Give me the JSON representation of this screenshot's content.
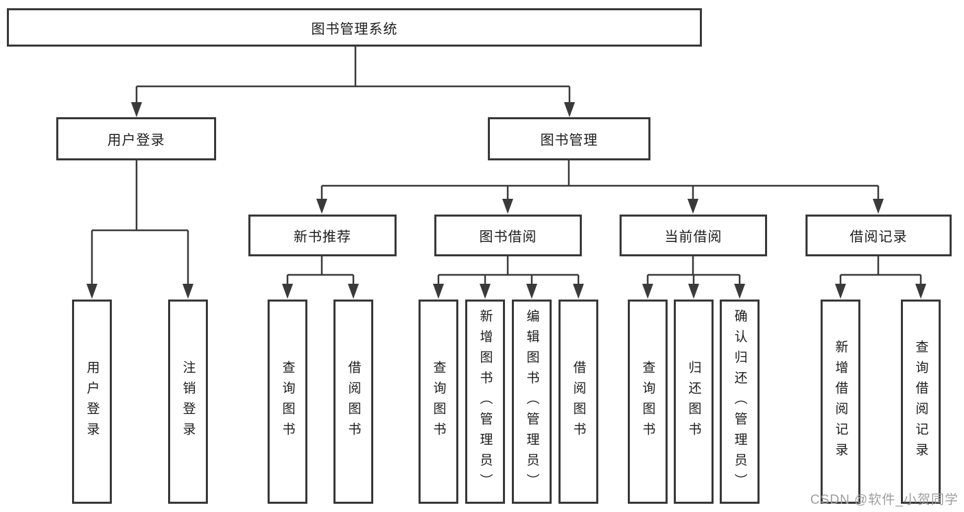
{
  "diagram": {
    "root": {
      "label": "图书管理系统"
    },
    "level2": {
      "user_login": {
        "label": "用户登录"
      },
      "book_mgmt": {
        "label": "图书管理"
      }
    },
    "level3": {
      "new_book_rec": {
        "label": "新书推荐"
      },
      "book_borrow": {
        "label": "图书借阅"
      },
      "current_borrow": {
        "label": "当前借阅"
      },
      "borrow_records": {
        "label": "借阅记录"
      }
    },
    "leaves": {
      "user_login_leaf": {
        "label": "用户登录"
      },
      "logout_leaf": {
        "label": "注销登录"
      },
      "rec_query_books": {
        "label": "查询图书"
      },
      "rec_borrow_books": {
        "label": "借阅图书"
      },
      "bb_query_books": {
        "label": "查询图书"
      },
      "bb_add_books": {
        "label": "新增图书（管理员）"
      },
      "bb_edit_books": {
        "label": "编辑图书（管理员）"
      },
      "bb_borrow_books": {
        "label": "借阅图书"
      },
      "cb_query_books": {
        "label": "查询图书"
      },
      "cb_return_books": {
        "label": "归还图书"
      },
      "cb_confirm_return": {
        "label": "确认归还（管理员）"
      },
      "br_add_record": {
        "label": "新增借阅记录"
      },
      "br_query_record": {
        "label": "查询借阅记录"
      }
    }
  },
  "watermark": {
    "text": "CSDN @软件_小贺同学"
  },
  "colors": {
    "line": "#3a3a3a",
    "box_border": "#383838",
    "text": "#1c1c1c",
    "watermark": "#9e9e9e",
    "background": "#ffffff"
  }
}
